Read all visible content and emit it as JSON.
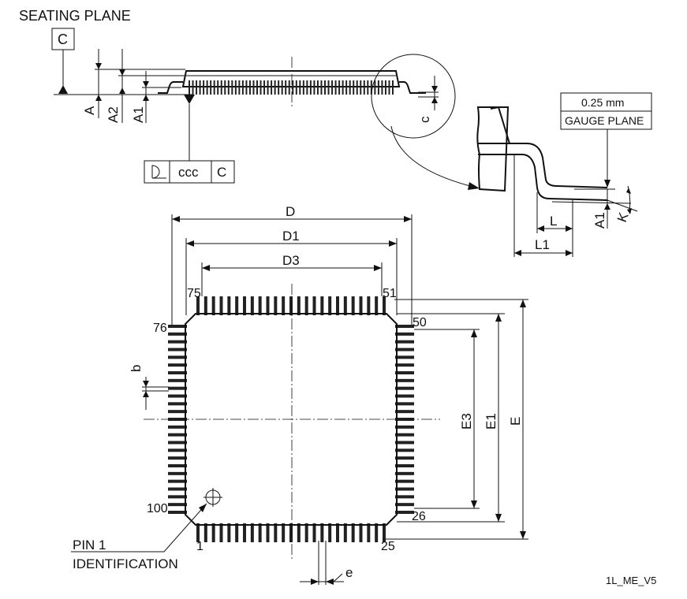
{
  "labels": {
    "seating_plane": "SEATING PLANE",
    "datum_c": "C",
    "dim_a": "A",
    "dim_a2": "A2",
    "dim_a1": "A1",
    "dim_c": "c",
    "flatness_value": "ccc",
    "flatness_datum": "C",
    "gauge_value": "0.25 mm",
    "gauge_plane": "GAUGE PLANE",
    "detail_a1": "A1",
    "detail_k": "K",
    "detail_l": "L",
    "detail_l1": "L1",
    "dim_d": "D",
    "dim_d1": "D1",
    "dim_d3": "D3",
    "dim_e": "E",
    "dim_e1": "E1",
    "dim_e3": "E3",
    "dim_b": "b",
    "dim_pitch": "e",
    "pin_75": "75",
    "pin_51": "51",
    "pin_50": "50",
    "pin_76": "76",
    "pin_100": "100",
    "pin_1": "1",
    "pin_25": "25",
    "pin_26": "26",
    "pin1_line1": "PIN 1",
    "pin1_line2": "IDENTIFICATION",
    "drawing_code": "1L_ME_V5"
  }
}
